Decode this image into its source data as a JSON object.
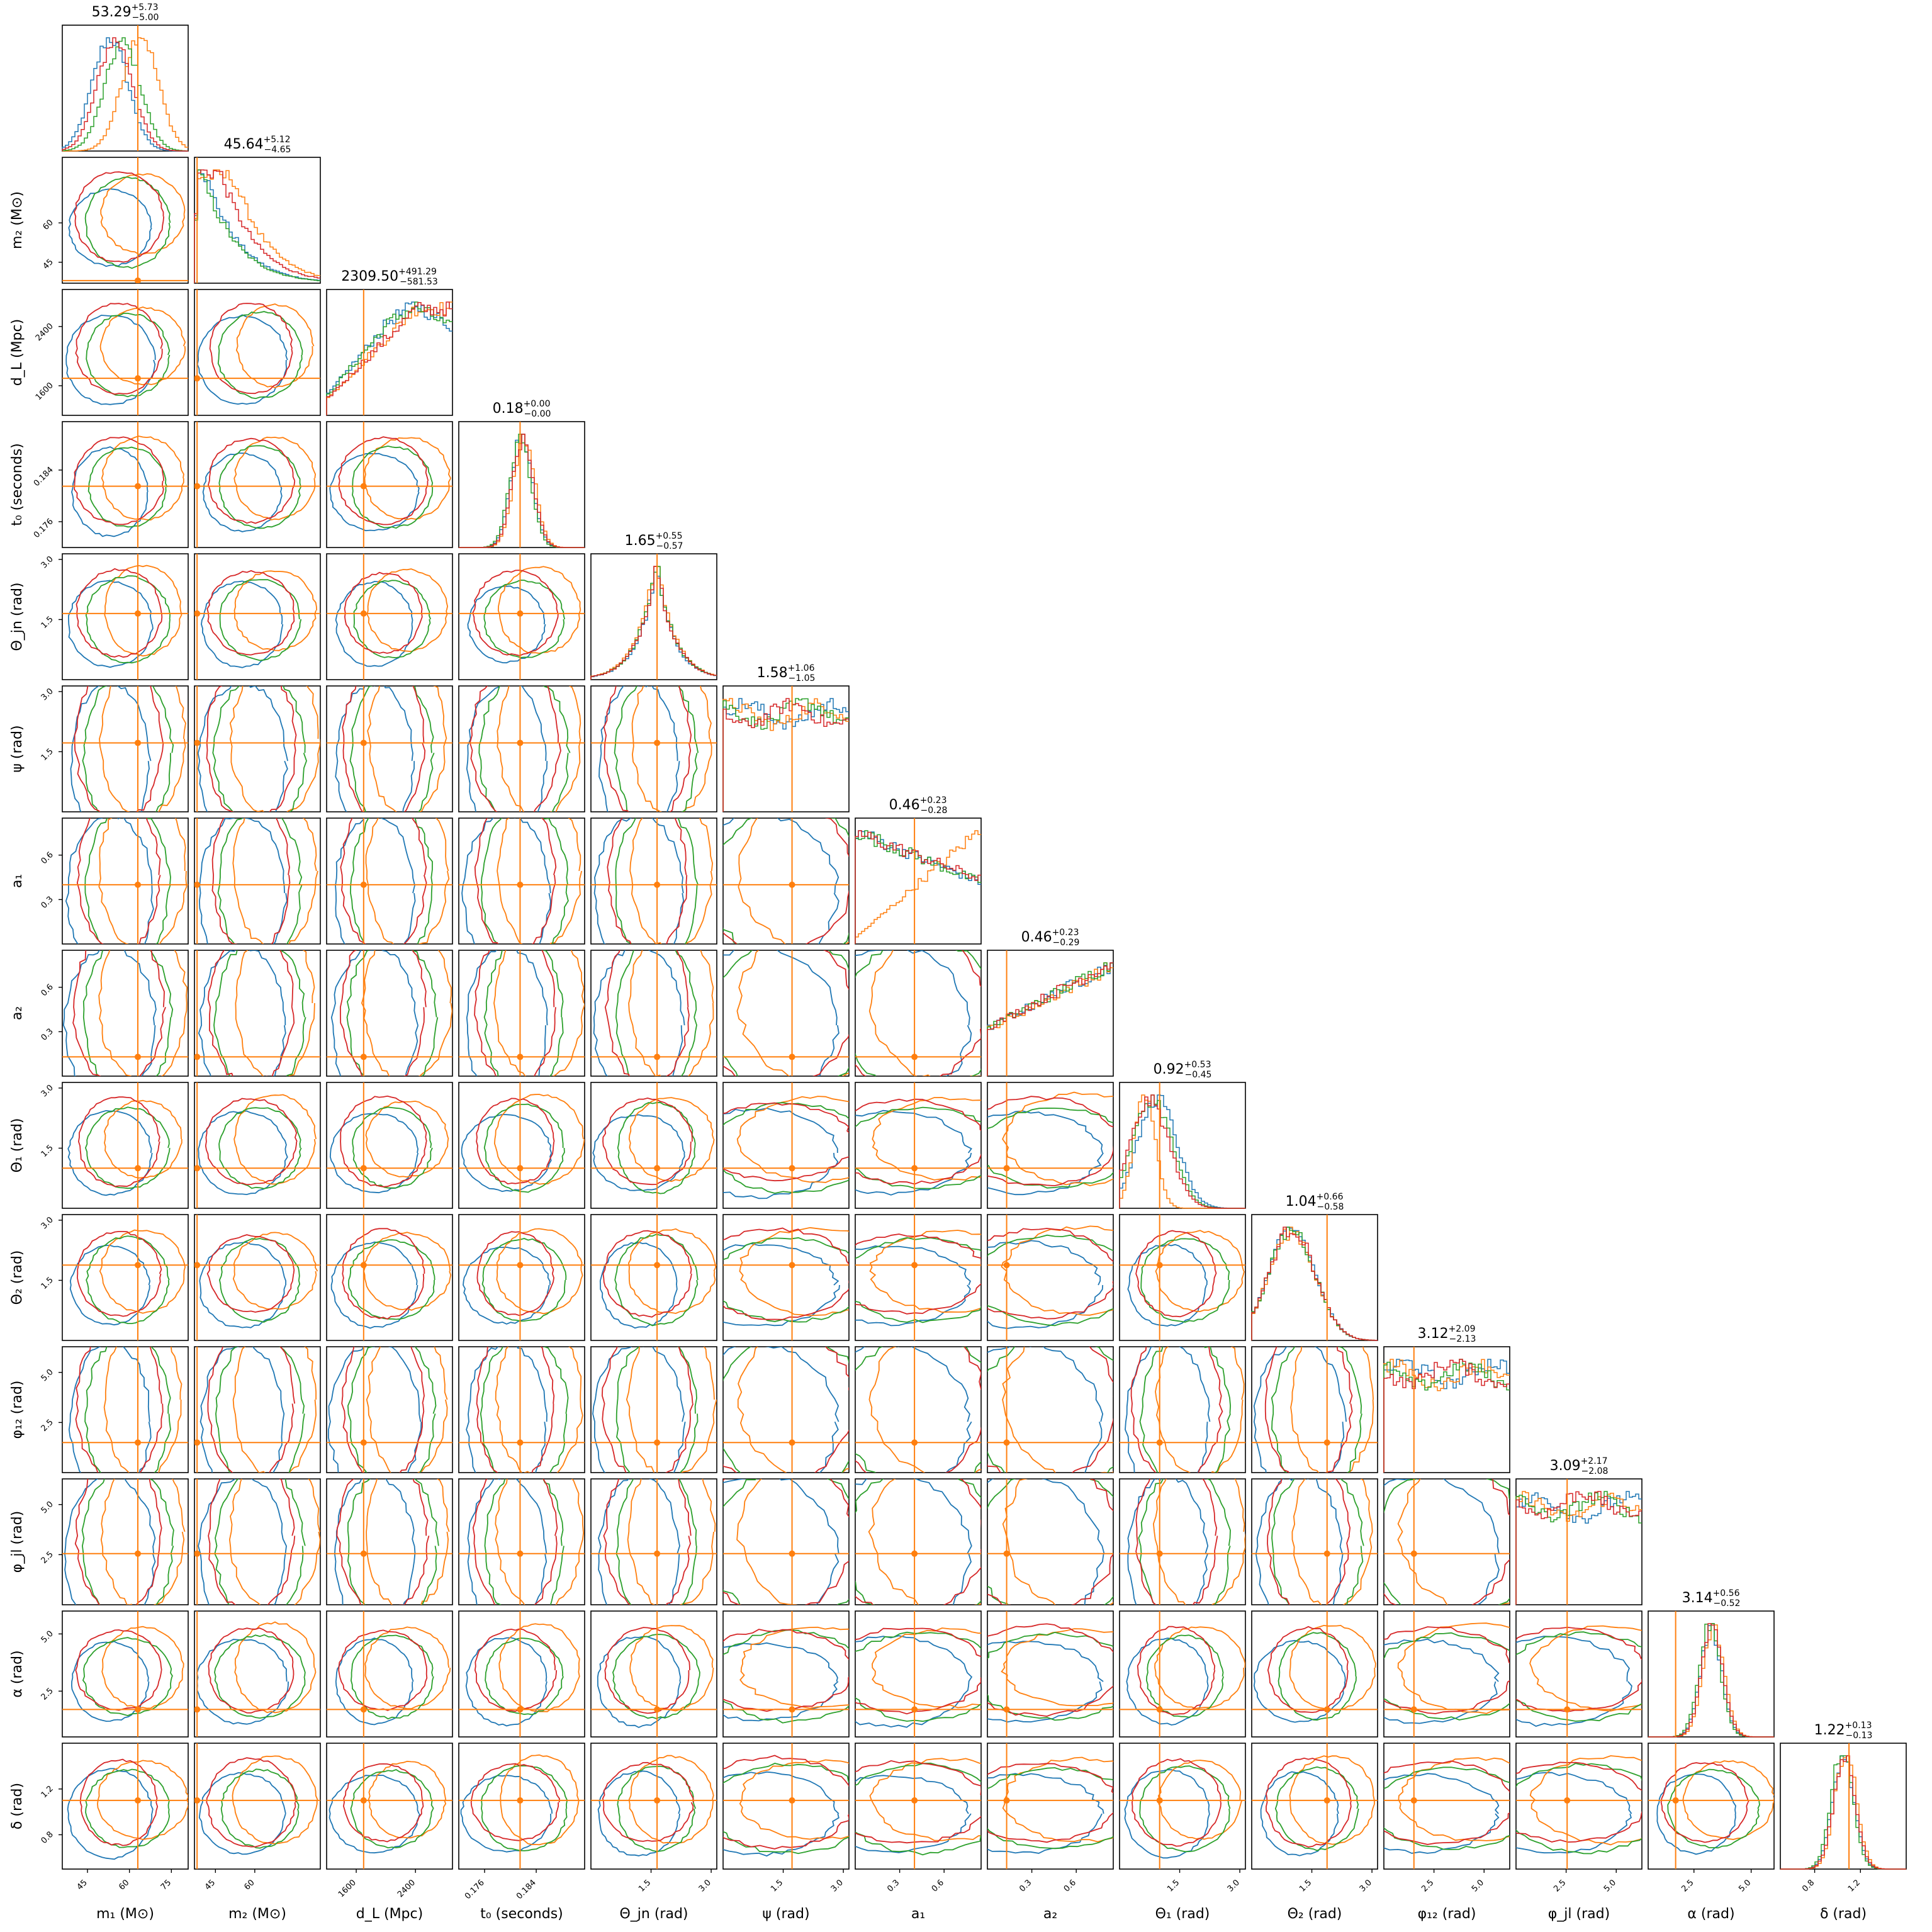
{
  "chart_data": {
    "type": "corner",
    "colors": {
      "blue": "#1f77b4",
      "orange": "#ff7f0e",
      "green": "#2ca02c",
      "red": "#d62728",
      "truth": "#ff7f0e"
    },
    "series": [
      {
        "color": "#1f77b4"
      },
      {
        "color": "#ff7f0e"
      },
      {
        "color": "#2ca02c"
      },
      {
        "color": "#d62728"
      }
    ],
    "parameters": [
      {
        "key": "m1",
        "label": "m₁ (M⊙)",
        "median": "53.29",
        "plus": "+5.73",
        "minus": "−5.00",
        "truth": 63,
        "range": [
          36,
          81
        ],
        "ticks": [
          45,
          60,
          75
        ],
        "tick_labels": [
          "45",
          "60",
          "75"
        ],
        "shape": "skew-left"
      },
      {
        "key": "m2",
        "label": "m₂ (M⊙)",
        "median": "45.64",
        "plus": "+5.12",
        "minus": "−4.65",
        "truth": 38,
        "range": [
          37,
          85
        ],
        "ticks": [
          45,
          60
        ],
        "tick_labels": [
          "45",
          "60"
        ],
        "shape": "decay"
      },
      {
        "key": "dL",
        "label": "d_L (Mpc)",
        "median": "2309.50",
        "plus": "+491.29",
        "minus": "−581.53",
        "truth": 1700,
        "range": [
          1200,
          2900
        ],
        "ticks": [
          1600,
          2400
        ],
        "tick_labels": [
          "1600",
          "2400"
        ],
        "shape": "rise"
      },
      {
        "key": "t0",
        "label": "t₀ (seconds)",
        "median": "0.18",
        "plus": "+0.00",
        "minus": "−0.00",
        "truth": 0.1815,
        "range": [
          0.172,
          0.1915
        ],
        "ticks": [
          0.176,
          0.184
        ],
        "tick_labels": [
          "0.176",
          "0.184"
        ],
        "shape": "narrow"
      },
      {
        "key": "theta_jn",
        "label": "Θ_jn (rad)",
        "median": "1.65",
        "plus": "+0.55",
        "minus": "−0.57",
        "truth": 1.65,
        "range": [
          0.0,
          3.14
        ],
        "ticks": [
          1.5,
          3.0
        ],
        "tick_labels": [
          "1.5",
          "3.0"
        ],
        "shape": "peak"
      },
      {
        "key": "psi",
        "label": "ψ (rad)",
        "median": "1.58",
        "plus": "+1.06",
        "minus": "−1.05",
        "truth": 1.72,
        "range": [
          0.0,
          3.14
        ],
        "ticks": [
          1.5,
          3.0
        ],
        "tick_labels": [
          "1.5",
          "3.0"
        ],
        "shape": "flat"
      },
      {
        "key": "a1",
        "label": "a₁",
        "median": "0.46",
        "plus": "+0.23",
        "minus": "−0.28",
        "truth": 0.4,
        "range": [
          0.0,
          0.85
        ],
        "ticks": [
          0.3,
          0.6
        ],
        "tick_labels": [
          "0.3",
          "0.6"
        ],
        "shape": "ramp"
      },
      {
        "key": "a2",
        "label": "a₂",
        "median": "0.46",
        "plus": "+0.23",
        "minus": "−0.29",
        "truth": 0.13,
        "range": [
          0.0,
          0.85
        ],
        "ticks": [
          0.3,
          0.6
        ],
        "tick_labels": [
          "0.3",
          "0.6"
        ],
        "shape": "ramp-up"
      },
      {
        "key": "theta1",
        "label": "Θ₁ (rad)",
        "median": "0.92",
        "plus": "+0.53",
        "minus": "−0.45",
        "truth": 1.0,
        "range": [
          0.0,
          3.14
        ],
        "ticks": [
          1.5,
          3.0
        ],
        "tick_labels": [
          "1.5",
          "3.0"
        ],
        "shape": "early-peak"
      },
      {
        "key": "theta2",
        "label": "Θ₂ (rad)",
        "median": "1.04",
        "plus": "+0.66",
        "minus": "−0.58",
        "truth": 1.88,
        "range": [
          0.0,
          3.14
        ],
        "ticks": [
          1.5,
          3.0
        ],
        "tick_labels": [
          "1.5",
          "3.0"
        ],
        "shape": "sine"
      },
      {
        "key": "phi12",
        "label": "φ₁₂ (rad)",
        "median": "3.12",
        "plus": "+2.09",
        "minus": "−2.13",
        "truth": 1.5,
        "range": [
          0.0,
          6.28
        ],
        "ticks": [
          2.5,
          5.0
        ],
        "tick_labels": [
          "2.5",
          "5.0"
        ],
        "shape": "flat"
      },
      {
        "key": "phijl",
        "label": "φ_jl (rad)",
        "median": "3.09",
        "plus": "+2.17",
        "minus": "−2.08",
        "truth": 2.55,
        "range": [
          0.0,
          6.28
        ],
        "ticks": [
          2.5,
          5.0
        ],
        "tick_labels": [
          "2.5",
          "5.0"
        ],
        "shape": "flat"
      },
      {
        "key": "alpha",
        "label": "α (rad)",
        "median": "3.14",
        "plus": "+0.56",
        "minus": "−0.52",
        "truth": 1.7,
        "range": [
          0.5,
          6.0
        ],
        "ticks": [
          2.5,
          5.0
        ],
        "tick_labels": [
          "2.5",
          "5.0"
        ],
        "shape": "narrow"
      },
      {
        "key": "delta",
        "label": "δ (rad)",
        "median": "1.22",
        "plus": "+0.13",
        "minus": "−0.13",
        "truth": 1.1,
        "range": [
          0.5,
          1.6
        ],
        "ticks": [
          0.8,
          1.2
        ],
        "tick_labels": [
          "0.8",
          "1.2"
        ],
        "shape": "narrow"
      }
    ],
    "titles_shown": "median with +/- uncertainty above each 1D histogram",
    "truth_marker": "orange crosshair lines with dot",
    "grid": false
  }
}
